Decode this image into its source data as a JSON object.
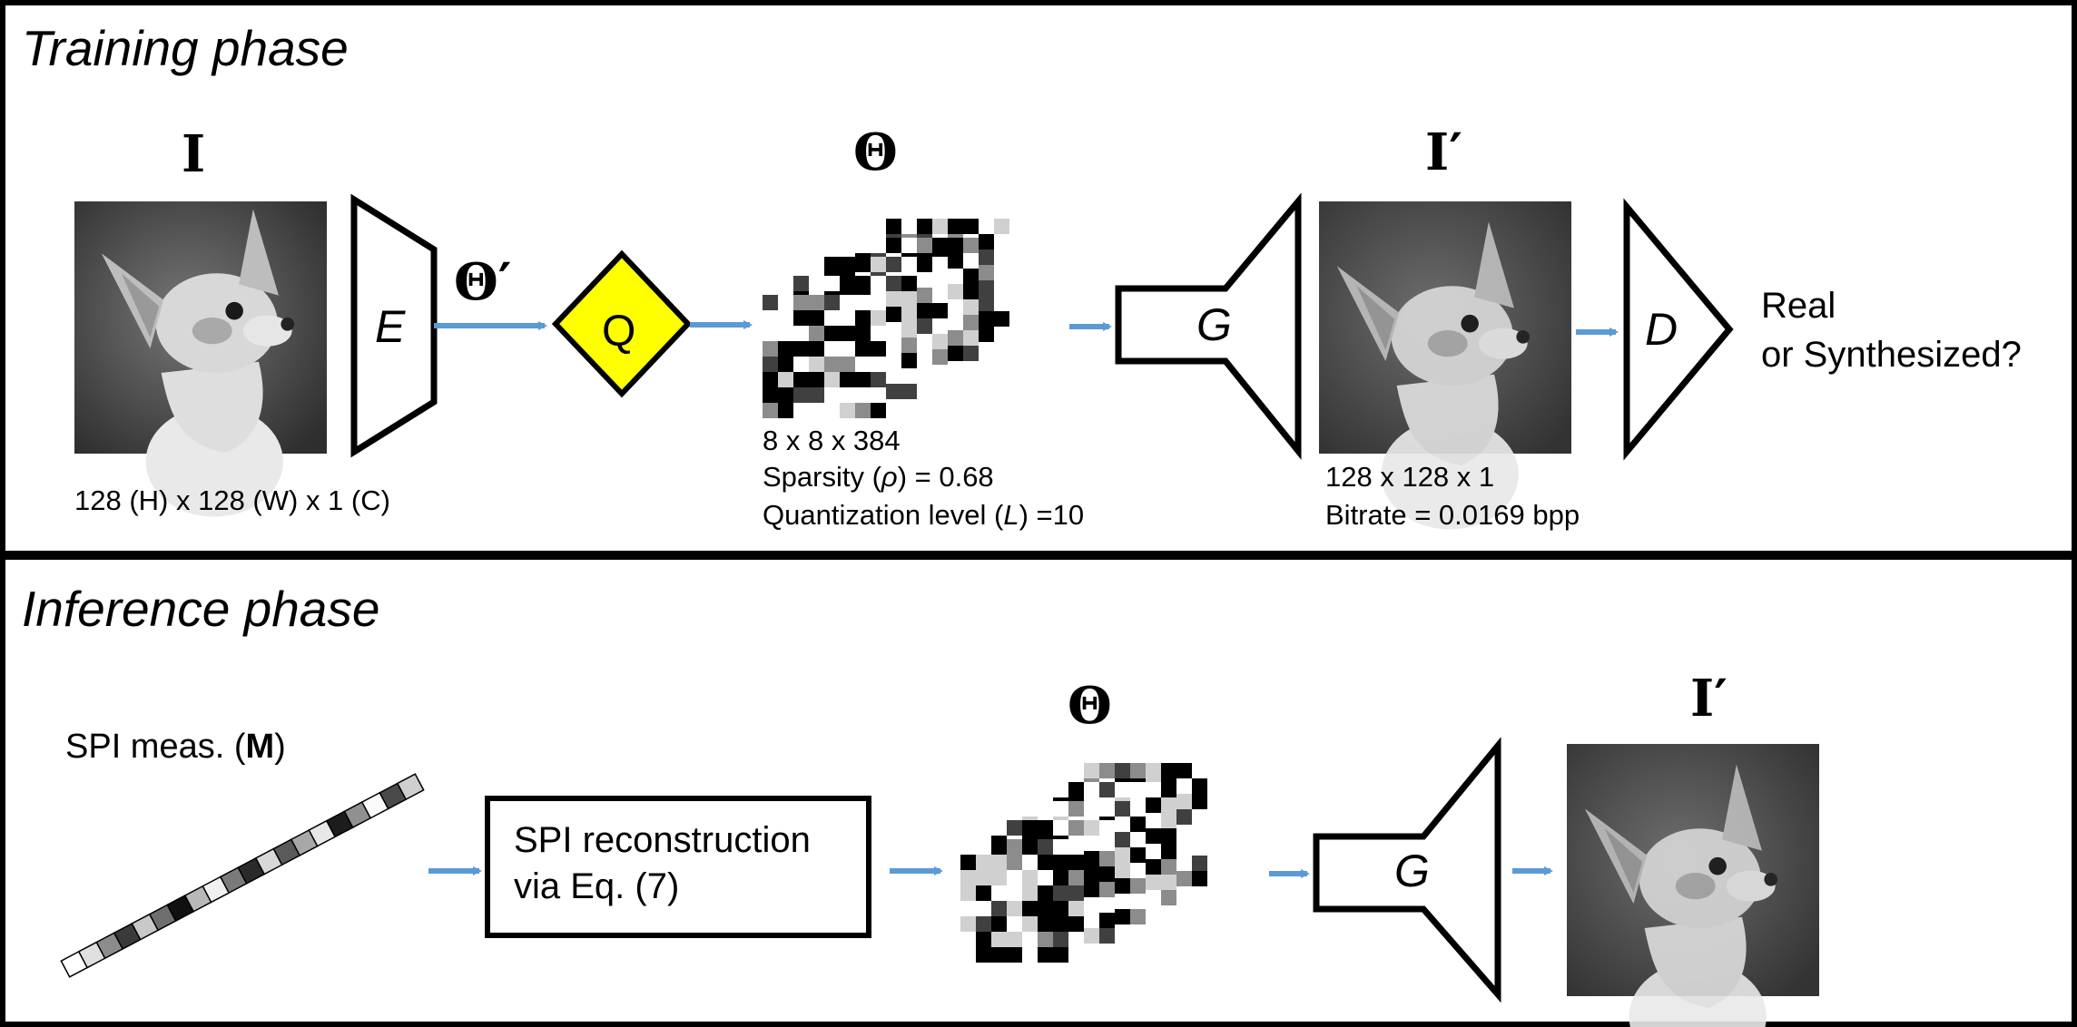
{
  "training": {
    "title": "Training phase",
    "input_symbol": "I",
    "encoder_output_symbol": "Θ′",
    "latent_symbol": "Θ",
    "output_symbol": "I′",
    "encoder_label": "E",
    "quantizer_label": "Q",
    "generator_label": "G",
    "discriminator_label": "D",
    "input_size": "128 (H) x 128 (W) x 1 (C)",
    "latent_shape": "8 x 8 x 384",
    "sparsity_prefix": "Sparsity (",
    "sparsity_symbol": "ρ",
    "sparsity_suffix": ") = 0.68",
    "quant_prefix": "Quantization level (",
    "quant_symbol": "L",
    "quant_suffix": ") =10",
    "output_size": "128 x 128 x 1",
    "bitrate": "Bitrate = 0.0169 bpp",
    "decision_line1": "Real",
    "decision_line2": "or Synthesized?"
  },
  "inference": {
    "title": "Inference phase",
    "measurement_prefix": "SPI meas. (",
    "measurement_symbol": "M",
    "measurement_suffix": ")",
    "reconstruction_line1": "SPI reconstruction",
    "reconstruction_line2": "via Eq. (7)",
    "latent_symbol": "Θ",
    "generator_label": "G",
    "output_symbol": "I′"
  },
  "colors": {
    "arrow": "#5b9bd5",
    "quantizer_fill": "#ffff00",
    "frame": "#000000"
  }
}
